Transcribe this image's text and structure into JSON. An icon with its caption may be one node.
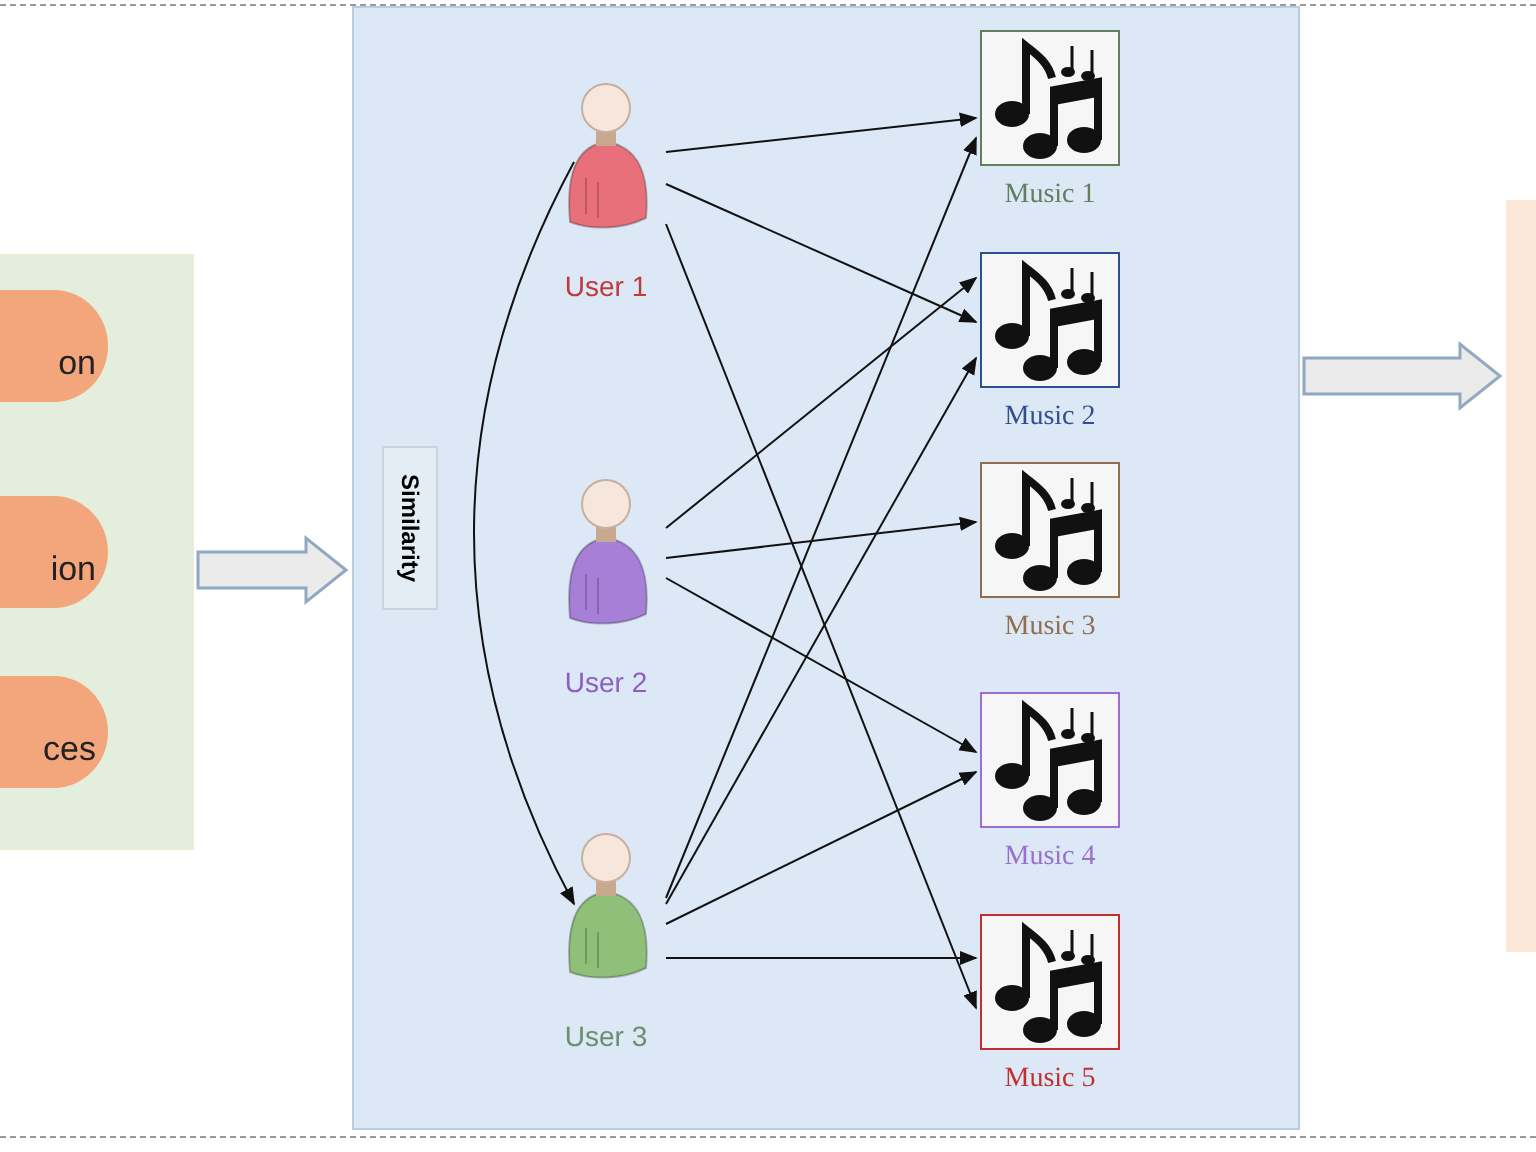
{
  "diagram": {
    "nodes": [
      {
        "text": [],
        "shape": "box"
      },
      {
        "text": [
          "on"
        ],
        "in": 0
      },
      {
        "text": [
          "ion"
        ],
        "in": 0
      },
      {
        "text": [
          "ces"
        ],
        "in": 0
      },
      {
        "text": [],
        "shape": "box"
      },
      {
        "text": [
          "Similarity"
        ],
        "in": 4
      },
      {
        "text": [
          "User 1"
        ],
        "in": 4
      },
      {
        "text": [
          "User 2"
        ],
        "in": 4
      },
      {
        "text": [
          "User 3"
        ],
        "in": 4
      },
      {
        "text": [
          "Music 1"
        ],
        "in": 4
      },
      {
        "text": [
          "Music 2"
        ],
        "in": 4
      },
      {
        "text": [
          "Music 3"
        ],
        "in": 4
      },
      {
        "text": [
          "Music 4"
        ],
        "in": 4
      },
      {
        "text": [
          "Music 5"
        ],
        "in": 4
      },
      {
        "text": [],
        "shape": "box"
      }
    ],
    "edges": [
      {
        "from": 0,
        "to": 4,
        "arrow": "to",
        "style": "thick"
      },
      {
        "from": 4,
        "to": 14,
        "arrow": "to",
        "style": "thick"
      },
      {
        "from": 6,
        "to": 9,
        "arrow": "to"
      },
      {
        "from": 6,
        "to": 10,
        "arrow": "to"
      },
      {
        "from": 6,
        "to": 13,
        "arrow": "to"
      },
      {
        "from": 7,
        "to": 10,
        "arrow": "to"
      },
      {
        "from": 7,
        "to": 11,
        "arrow": "to"
      },
      {
        "from": 7,
        "to": 12,
        "arrow": "to"
      },
      {
        "from": 8,
        "to": 9,
        "arrow": "to"
      },
      {
        "from": 8,
        "to": 10,
        "arrow": "to"
      },
      {
        "from": 8,
        "to": 12,
        "arrow": "to"
      },
      {
        "from": 8,
        "to": 13,
        "arrow": "to"
      },
      {
        "from": 6,
        "to": 8,
        "arrow": "to"
      }
    ]
  }
}
